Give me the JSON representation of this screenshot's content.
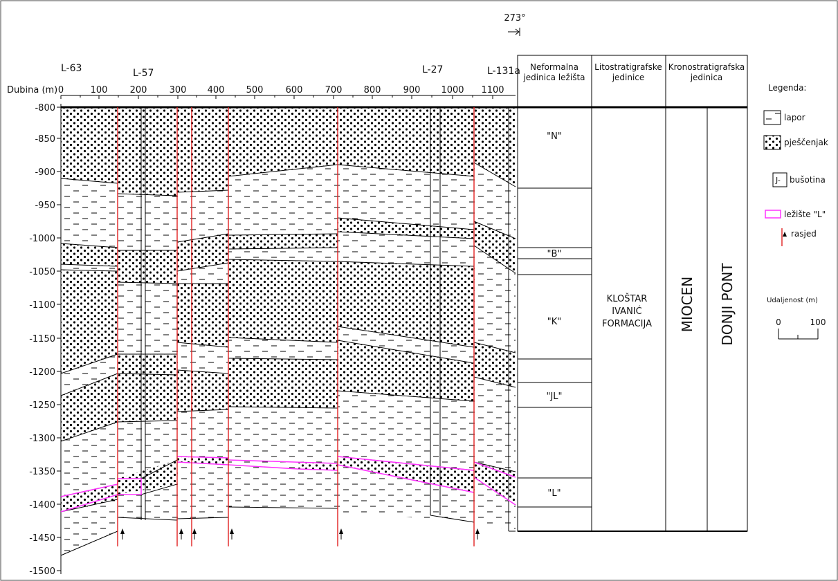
{
  "orientation": "273°",
  "depth_axis": {
    "label": "Dubina (m)",
    "ticks": [
      "-800",
      "-850",
      "-900",
      "-950",
      "-1000",
      "-1050",
      "-1100",
      "-1150",
      "-1200",
      "-1250",
      "-1300",
      "-1350",
      "-1400",
      "-1450",
      "-1500"
    ]
  },
  "distance_axis": {
    "ticks": [
      "0",
      "100",
      "200",
      "300",
      "400",
      "500",
      "600",
      "700",
      "800",
      "900",
      "1000",
      "1100"
    ]
  },
  "wells": [
    "L-63",
    "L-57",
    "L-27",
    "L-131a"
  ],
  "columns": {
    "informal_unit": "Neformalna jedinica ležišta",
    "lithostratigraphic": "Litostratigrafske jedinice",
    "chronostratigraphic": "Kronostratigrafska jedinica"
  },
  "informal_units": [
    "\"N\"",
    "\"B\"",
    "\"K\"",
    "\"JL\"",
    "\"L\""
  ],
  "formation": [
    "KLOŠTAR",
    "IVANIĆ",
    "FORMACIJA"
  ],
  "epoch": "MIOCEN",
  "stage": "DONJI PONT",
  "legend": {
    "title": "Legenda:",
    "items": [
      {
        "icon": "marl-pattern-icon",
        "label": "lapor"
      },
      {
        "icon": "sandstone-pattern-icon",
        "label": "pješčenjak"
      },
      {
        "icon": "well-symbol-icon",
        "label": "bušotina",
        "symbol": "J-"
      },
      {
        "icon": "reservoir-outline-icon",
        "label": "ležište \"L\""
      },
      {
        "icon": "fault-arrow-icon",
        "label": "rasjed"
      }
    ],
    "scale_title": "Udaljenost (m)",
    "scale_ticks": [
      "0",
      "100"
    ]
  },
  "colors": {
    "fault": "#e02020",
    "reservoir": "#ff33ff",
    "ink": "#000000"
  }
}
